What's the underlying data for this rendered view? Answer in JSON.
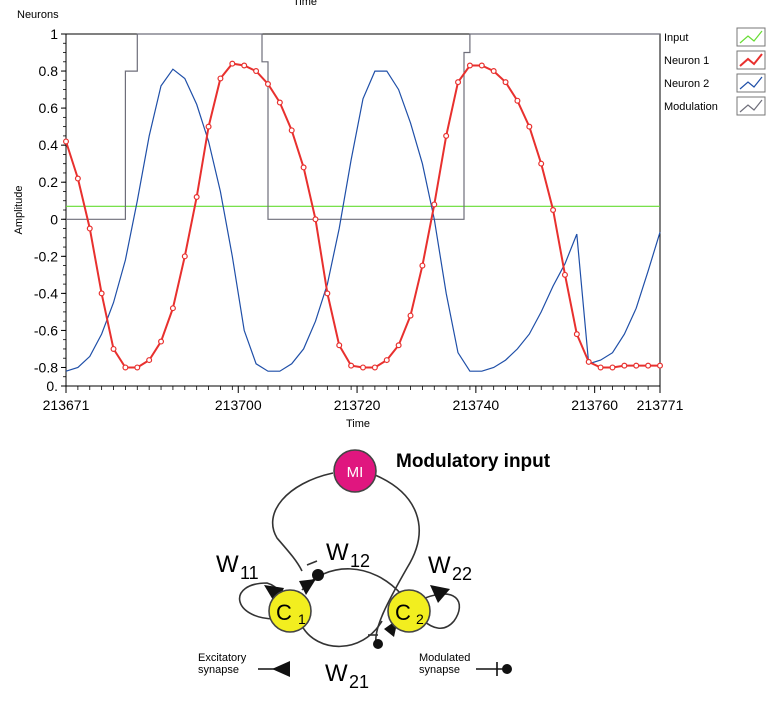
{
  "chart_data": {
    "type": "line",
    "top_label": "Time",
    "corner_label": "Neurons",
    "xlabel": "Time",
    "ylabel": "Amplitude",
    "xlim": [
      213671,
      213771
    ],
    "ylim": [
      -0.9,
      1.0
    ],
    "x_ticks": [
      213671,
      213700,
      213720,
      213740,
      213760,
      213771
    ],
    "y_ticks": [
      {
        "value": 1.0,
        "label": "1"
      },
      {
        "value": 0.8,
        "label": "0.8"
      },
      {
        "value": 0.6,
        "label": "0.6"
      },
      {
        "value": 0.4,
        "label": "0.4"
      },
      {
        "value": 0.2,
        "label": "0.2"
      },
      {
        "value": 0.0,
        "label": "0"
      },
      {
        "value": -0.2,
        "label": "-0.2"
      },
      {
        "value": -0.4,
        "label": "-0.4"
      },
      {
        "value": -0.6,
        "label": "-0.6"
      },
      {
        "value": -0.8,
        "label": "-0.8"
      },
      {
        "value": -0.9,
        "label": "0."
      }
    ],
    "series": [
      {
        "name": "Input",
        "color": "#66dd33",
        "x": [
          213671,
          213771
        ],
        "y": [
          0.07,
          0.07
        ]
      },
      {
        "name": "Neuron 1",
        "color": "#e8302e",
        "markers": true,
        "x": [
          213671,
          213673,
          213675,
          213677,
          213679,
          213681,
          213683,
          213685,
          213687,
          213689,
          213691,
          213693,
          213695,
          213697,
          213699,
          213701,
          213703,
          213705,
          213707,
          213709,
          213711,
          213713,
          213715,
          213717,
          213719,
          213721,
          213723,
          213725,
          213727,
          213729,
          213731,
          213733,
          213735,
          213737,
          213739,
          213741,
          213743,
          213745,
          213747,
          213749,
          213751,
          213753,
          213755,
          213757,
          213759,
          213761,
          213763,
          213765,
          213767,
          213769,
          213771
        ],
        "y": [
          0.42,
          0.22,
          -0.05,
          -0.4,
          -0.7,
          -0.8,
          -0.8,
          -0.76,
          -0.66,
          -0.48,
          -0.2,
          0.12,
          0.5,
          0.76,
          0.84,
          0.83,
          0.8,
          0.73,
          0.63,
          0.48,
          0.28,
          0.0,
          -0.4,
          -0.68,
          -0.79,
          -0.8,
          -0.8,
          -0.76,
          -0.68,
          -0.52,
          -0.25,
          0.08,
          0.45,
          0.74,
          0.83,
          0.83,
          0.8,
          0.74,
          0.64,
          0.5,
          0.3,
          0.05,
          -0.3,
          -0.62,
          -0.77,
          -0.8,
          -0.8,
          -0.79,
          -0.79,
          -0.79,
          -0.79
        ]
      },
      {
        "name": "Neuron 2",
        "color": "#1f4fa8",
        "x": [
          213671,
          213673,
          213675,
          213677,
          213679,
          213681,
          213683,
          213685,
          213687,
          213689,
          213691,
          213693,
          213695,
          213697,
          213699,
          213701,
          213703,
          213705,
          213707,
          213709,
          213711,
          213713,
          213715,
          213717,
          213719,
          213721,
          213723,
          213725,
          213727,
          213729,
          213731,
          213733,
          213735,
          213737,
          213739,
          213741,
          213743,
          213745,
          213747,
          213749,
          213751,
          213753,
          213755,
          213757,
          213759,
          213761,
          213763,
          213765,
          213767,
          213769,
          213771
        ],
        "y": [
          -0.82,
          -0.8,
          -0.74,
          -0.62,
          -0.45,
          -0.22,
          0.1,
          0.45,
          0.72,
          0.81,
          0.76,
          0.62,
          0.42,
          0.15,
          -0.2,
          -0.6,
          -0.78,
          -0.82,
          -0.82,
          -0.78,
          -0.7,
          -0.55,
          -0.35,
          -0.05,
          0.32,
          0.65,
          0.8,
          0.8,
          0.7,
          0.52,
          0.3,
          0.0,
          -0.4,
          -0.72,
          -0.82,
          -0.82,
          -0.8,
          -0.76,
          -0.7,
          -0.62,
          -0.5,
          -0.36,
          -0.24,
          -0.08,
          -0.78,
          -0.76,
          -0.72,
          -0.62,
          -0.48,
          -0.28,
          -0.07
        ]
      },
      {
        "name": "Modulation",
        "color": "#6e6e7a",
        "x": [
          213671,
          213681,
          213681,
          213683,
          213683,
          213704,
          213704,
          213705,
          213705,
          213717,
          213717,
          213718,
          213718,
          213738,
          213738,
          213739,
          213739,
          213771
        ],
        "y": [
          0,
          0,
          0.8,
          0.8,
          1.0,
          1.0,
          0.85,
          0.85,
          0,
          0,
          0,
          0,
          0,
          0,
          0.9,
          0.9,
          1.0,
          1.0
        ]
      }
    ],
    "legend_position": "right"
  },
  "diagram": {
    "title": "Modulatory input",
    "mi_label": "MI",
    "c1_label": "C",
    "c1_sub": "1",
    "c2_label": "C",
    "c2_sub": "2",
    "w11": "W",
    "w11_sub": "11",
    "w12": "W",
    "w12_sub": "12",
    "w21": "W",
    "w21_sub": "21",
    "w22": "W",
    "w22_sub": "22",
    "excitatory_line1": "Excitatory",
    "excitatory_line2": "synapse",
    "modulated_line1": "Modulated",
    "modulated_line2": "synapse",
    "mi_color": "#e0167f",
    "cell_color": "#f2ee1f"
  }
}
